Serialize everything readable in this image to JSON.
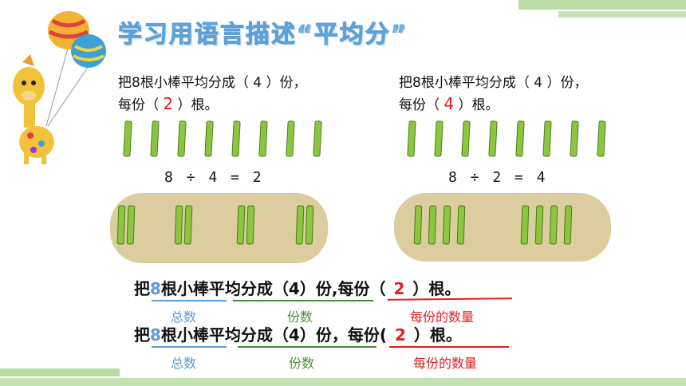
{
  "title": "学习用语言描述“平均分”",
  "left": {
    "line1": "把8根小棒平均分成（ 4 ）份，",
    "line2_pre": "每份（",
    "line2_val": "2",
    "line2_post": "）根。",
    "equation": "8 ÷ 4 = 2"
  },
  "right": {
    "line1": "把8根小棒平均分成（ 4 ）份，",
    "line2_pre": "每份（",
    "line2_val": "4",
    "line2_post": "）根。",
    "equation": "8 ÷ 2 = 4"
  },
  "sentence1": {
    "p1": "把",
    "total": "8",
    "p2": "根小棒平均分成（4）份",
    "p3": ",每份（",
    "per": "2",
    "p4": "）根。"
  },
  "sentence2": {
    "p1": "把",
    "total": "8",
    "p2": "根小棒平均分成（4）份",
    "p3": "，每份(",
    "per": "2",
    "p4": "）根。"
  },
  "labels1": {
    "total": "总数",
    "parts": "份数",
    "each": "每份的数量"
  },
  "labels2": {
    "total": "总数",
    "parts": "份数",
    "each": "每份的数量"
  },
  "colors": {
    "blue": "#5b9bd5",
    "green": "#4c8c3a",
    "red": "#e02020",
    "stick": "#8cc63f",
    "panel": "#dccd9e"
  }
}
